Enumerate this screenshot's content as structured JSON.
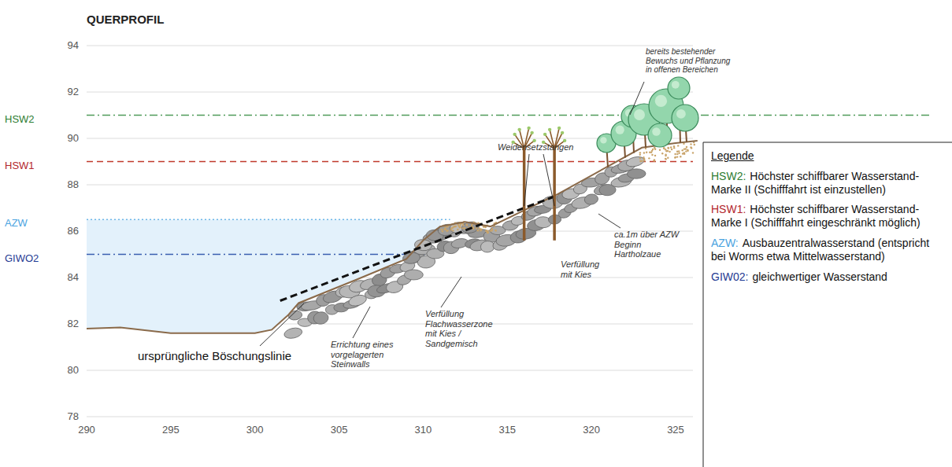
{
  "diagram": {
    "title": "QUERPROFIL",
    "labels": [
      "94",
      "92",
      "90",
      "88",
      "86",
      "84",
      "82",
      "80",
      "78",
      "290",
      "295",
      "300",
      "305",
      "310",
      "315",
      "320",
      "325",
      "HSW2",
      "HSW1",
      "AZW",
      "GIWO2",
      "bereits bestehender Bewuchs und Pflanzung in offenen Bereichen",
      "Weidensetzstangen",
      "ca.1m über AZW Beginn Hartholzaue",
      "Verfüllung mit Kies",
      "Verfüllung Flachwasserzone mit Kies / Sandgemisch",
      "Errichtung eines vorgelagerten Steinwalls",
      "ursprüngliche Böschungslinie",
      "Legende",
      "Höchster schiffbarer Wasserstand-Marke II (Schifffahrt ist einzustellen)",
      "Höchster schiffbarer Wasserstand-Marke I (Schifffahrt eingeschränkt möglich)",
      "Ausbauzentralwasserstand (entspricht bei Worms etwa Mittelwasserstand)",
      "gleichwertiger Wasserstand"
    ],
    "legend": [
      {
        "text": "HSW2:",
        "color": "#2e7d32"
      },
      {
        "text": "HSW1:",
        "color": "#b3262d"
      },
      {
        "text": "AZW:",
        "color": "#4aa3df"
      },
      {
        "text": "GIW02:",
        "color": "#1f3a93"
      }
    ]
  }
}
